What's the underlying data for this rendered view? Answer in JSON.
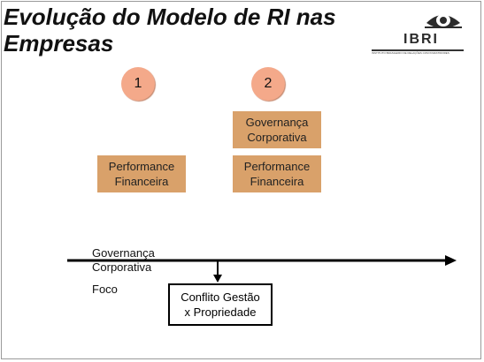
{
  "slide": {
    "title_line1": "Evolução do Modelo de RI nas",
    "title_line2": "Empresas"
  },
  "logo": {
    "text": "IBRI",
    "subtitle": "INSTITUTO BRASILEIRO DE RELAÇÕES COM INVESTIDORES"
  },
  "stages": [
    {
      "number": "1"
    },
    {
      "number": "2"
    }
  ],
  "boxes": {
    "stage1_box_line1": "Performance",
    "stage1_box_line2": "Financeira",
    "stage2_top_line1": "Governança",
    "stage2_top_line2": "Corporativa",
    "stage2_bottom_line1": "Performance",
    "stage2_bottom_line2": "Financeira"
  },
  "axis": {
    "label_line1": "Governança",
    "label_line2": "Corporativa",
    "focus_label": "Foco"
  },
  "conflict": {
    "line1": "Conflito Gestão",
    "line2": "x Propriedade"
  },
  "colors": {
    "circle": "#f4a98a",
    "box": "#d9a16a",
    "arrow": "#000000"
  }
}
